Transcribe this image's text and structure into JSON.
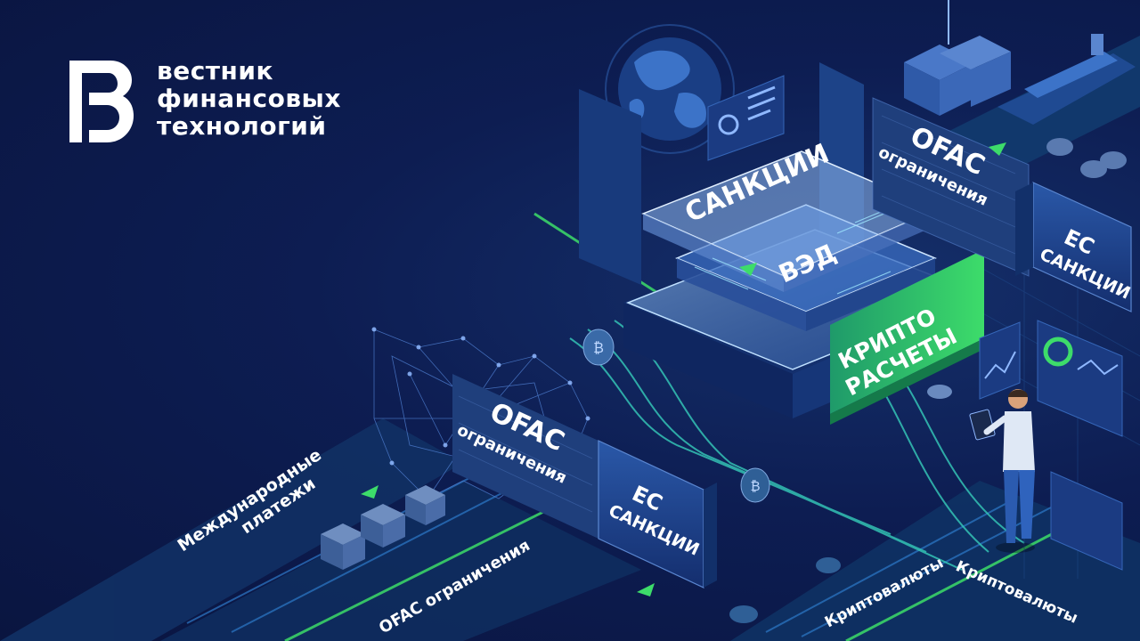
{
  "brand": {
    "line1": "вестник",
    "line2": "финансовых",
    "line3": "технологий"
  },
  "scene": {
    "panel_sanctions": "САНКЦИИ",
    "panel_ved": "ВЭД",
    "banner_crypto_line1": "КРИПТО",
    "banner_crypto_line2": "РАСЧЕТЫ",
    "ofac_top_line1": "OFAC",
    "ofac_top_line2": "ограничения",
    "eu_top_line1": "ЕС",
    "eu_top_line2": "САНКЦИИ",
    "ofac_mid_line1": "OFAC",
    "ofac_mid_line2": "ограничения",
    "eu_mid_line1": "ЕС",
    "eu_mid_line2": "САНКЦИИ",
    "intl_line1": "Международные",
    "intl_line2": "платежи",
    "ofac_road": "OFAC ограничения",
    "crypto_road_1": "Криптовалюты",
    "crypto_road_2": "Криптовалюты"
  },
  "colors": {
    "background": "#0b1845",
    "accent_green": "#3ddc6a",
    "accent_cyan": "#3fc6d8",
    "panel_blue": "#1c3d8a"
  },
  "icons": [
    "globe-icon",
    "bitcoin-coin-icon",
    "container-ship-icon",
    "person-with-tablet-icon",
    "logo-b-icon"
  ]
}
